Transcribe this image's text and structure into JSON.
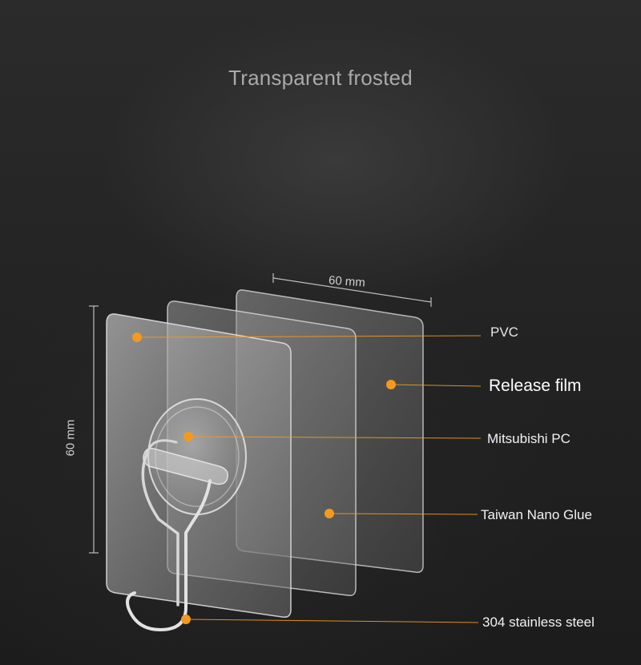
{
  "title": "Transparent frosted",
  "dimensions": {
    "width_label": "60 mm",
    "height_label": "60 mm"
  },
  "callouts": {
    "pvc": "PVC",
    "release_film": "Release film",
    "mitsubishi_pc": "Mitsubishi PC",
    "nano_glue": "Taiwan Nano Glue",
    "stainless_steel": "304 stainless steel"
  },
  "colors": {
    "accent": "#f39a1e",
    "background": "#242424"
  }
}
